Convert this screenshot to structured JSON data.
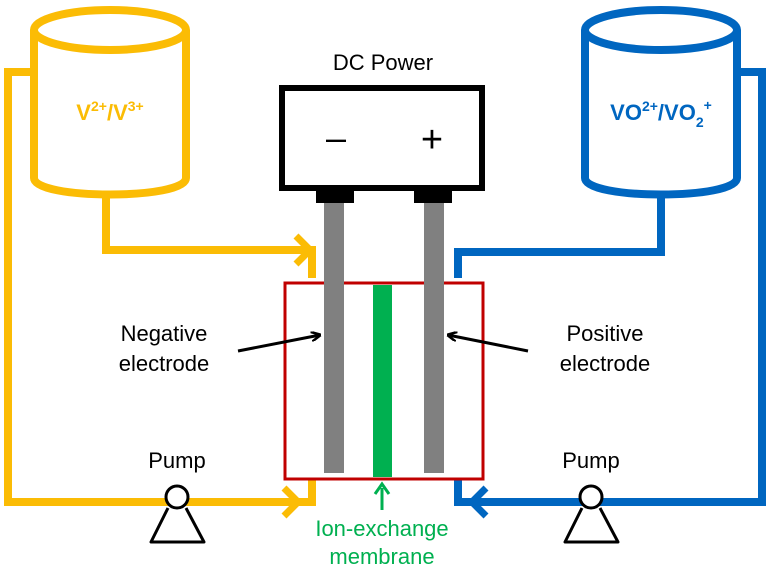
{
  "colors": {
    "negative": "#FBBC05",
    "positive": "#0066C0",
    "membrane": "#00B050",
    "cell_border": "#C00000",
    "electrode": "#808080",
    "ink": "#000000"
  },
  "power": {
    "title": "DC Power",
    "minus": "–",
    "plus": "+"
  },
  "tanks": {
    "left": {
      "ion1": "V",
      "sup1": "2+",
      "sep": "/",
      "ion2": "V",
      "sup2": "3+"
    },
    "right": {
      "ion1": "VO",
      "sup1": "2+",
      "sep": "/",
      "ion2": "VO",
      "sub2": "2",
      "sup2": "+"
    }
  },
  "labels": {
    "negative_line1": "Negative",
    "negative_line2": "electrode",
    "positive_line1": "Positive",
    "positive_line2": "electrode",
    "pump_left": "Pump",
    "pump_right": "Pump",
    "membrane_line1": "Ion-exchange",
    "membrane_line2": "membrane"
  },
  "icons": {
    "pump": "pump-icon",
    "arrow": "arrow-icon"
  }
}
